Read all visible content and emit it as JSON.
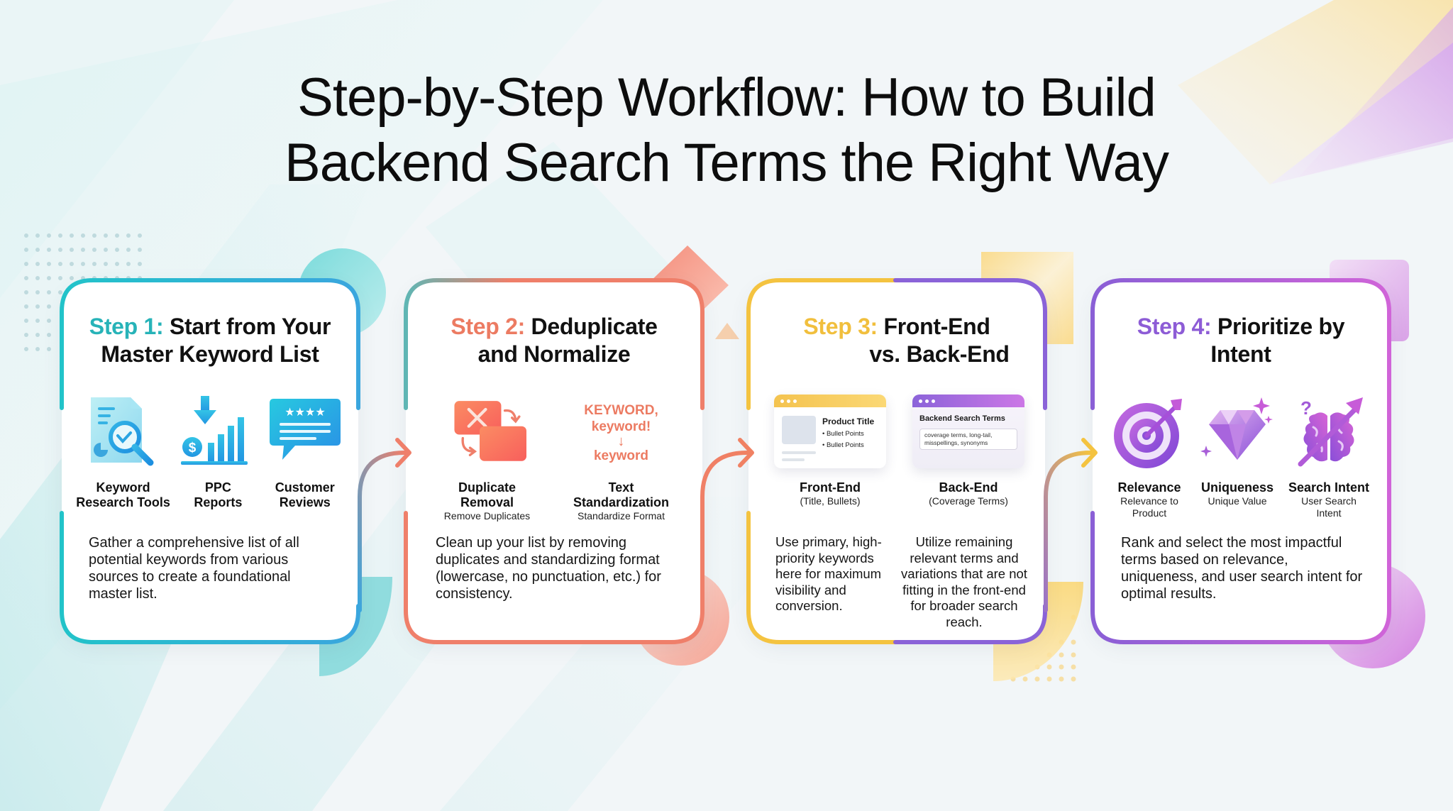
{
  "title": {
    "line1": "Step-by-Step Workflow: How to Build",
    "line2": "Backend Search Terms the Right Way"
  },
  "colors": {
    "step1": "#22c3c9",
    "step1_end": "#3aa6de",
    "step2": "#ef7f6a",
    "step3": "#f4c340",
    "step3_end": "#8a63d8",
    "step4": "#8a5fd6",
    "step4_end": "#cf62d8",
    "text": "#111111",
    "background": "#f2f6f8"
  },
  "steps": [
    {
      "number_label": "Step 1:",
      "title": "Start from Your Master Keyword List",
      "title_line1": "Start from Your",
      "title_line2": "Master Keyword List",
      "icons": [
        {
          "icon": "document-magnifier-icon",
          "label_line1": "Keyword",
          "label_line2": "Research Tools"
        },
        {
          "icon": "ppc-chart-icon",
          "label_line1": "PPC",
          "label_line2": "Reports"
        },
        {
          "icon": "review-bubble-icon",
          "label_line1": "Customer",
          "label_line2": "Reviews"
        }
      ],
      "description": "Gather a comprehensive list of all potential keywords from various sources to create a foundational master list."
    },
    {
      "number_label": "Step 2:",
      "title": "Deduplicate and Normalize",
      "title_line1": "Deduplicate",
      "title_line2": "and Normalize",
      "icons": [
        {
          "icon": "duplicate-removal-icon",
          "label_line1": "Duplicate",
          "label_line2": "Removal",
          "sub": "Remove Duplicates"
        },
        {
          "icon": "text-transform-graphic",
          "label_line1": "Text",
          "label_line2": "Standardization",
          "sub": "Standardize Format"
        }
      ],
      "transform": {
        "before_line1": "KEYWORD,",
        "before_line2": "keyword!",
        "arrow": "↓",
        "after": "keyword"
      },
      "description": "Clean up your list by removing duplicates and standardizing format (lowercase, no punctuation, etc.) for consistency."
    },
    {
      "number_label": "Step 3:",
      "title": "Front-End vs. Back-End",
      "title_line1": "Front-End",
      "title_line2": "vs. Back-End",
      "front": {
        "mock_title": "Product Title",
        "mock_bullets": [
          "Bullet Points",
          "Bullet Points"
        ],
        "label": "Front-End",
        "sub": "(Title, Bullets)",
        "description": "Use primary, high-priority keywords here for maximum visibility and conversion."
      },
      "back": {
        "mock_title": "Backend Search Terms",
        "mock_field": "coverage terms, long-tail, misspellings, synonyms",
        "label": "Back-End",
        "sub": "(Coverage Terms)",
        "description": "Utilize remaining relevant terms and variations that are not fitting in the front-end for broader search reach."
      }
    },
    {
      "number_label": "Step 4:",
      "title": "Prioritize by Intent",
      "title_line1": "Prioritize by",
      "title_line2": "Intent",
      "icons": [
        {
          "icon": "target-icon",
          "label": "Relevance",
          "sub_line1": "Relevance to",
          "sub_line2": "Product"
        },
        {
          "icon": "diamond-icon",
          "label": "Uniqueness",
          "sub_line1": "Unique Value",
          "sub_line2": ""
        },
        {
          "icon": "brain-arrow-icon",
          "label": "Search Intent",
          "sub_line1": "User Search",
          "sub_line2": "Intent"
        }
      ],
      "description": "Rank and select the most impactful terms based on relevance, uniqueness, and user search intent for optimal results."
    }
  ]
}
